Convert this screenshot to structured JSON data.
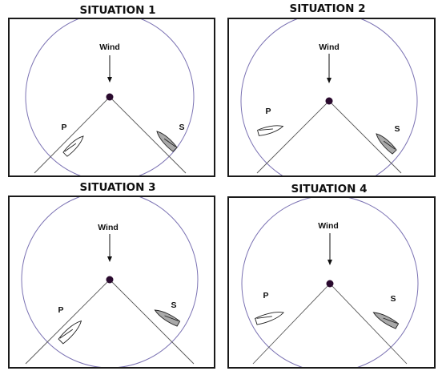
{
  "situations": [
    {
      "title": "SITUATION 1",
      "wind_label": "Wind",
      "port_label": "P",
      "starboard_label": "S"
    },
    {
      "title": "SITUATION 2",
      "wind_label": "Wind",
      "port_label": "P",
      "starboard_label": "S"
    },
    {
      "title": "SITUATION 3",
      "wind_label": "Wind",
      "port_label": "P",
      "starboard_label": "S"
    },
    {
      "title": "SITUATION 4",
      "wind_label": "Wind",
      "port_label": "P",
      "starboard_label": "S"
    }
  ],
  "colors": {
    "border": "#1a1a1a",
    "circle": "#7b72b3",
    "mark": "#2a0a2e",
    "line": "#555555",
    "port_boat_fill": "#ffffff",
    "starboard_boat_fill": "#a9a9a9"
  }
}
